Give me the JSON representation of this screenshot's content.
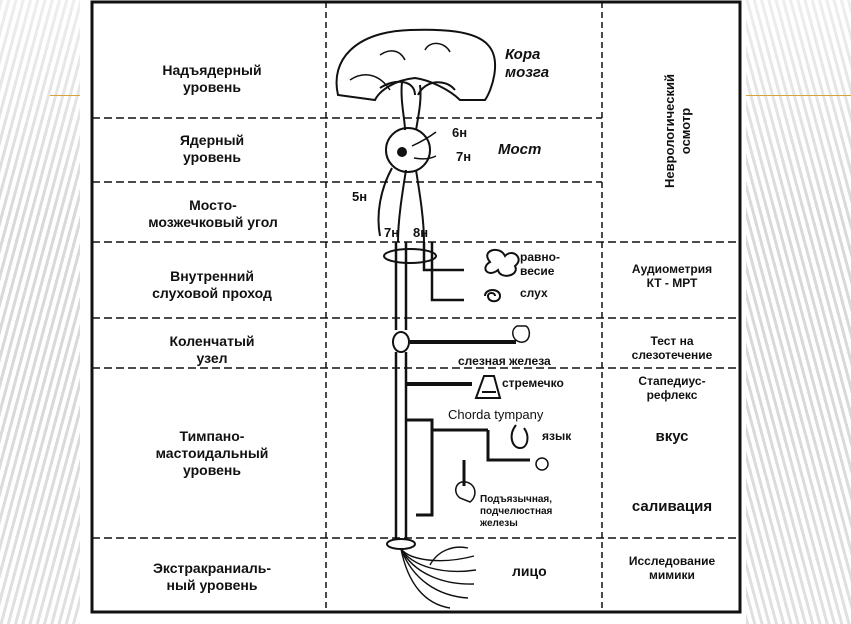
{
  "levels": [
    {
      "label": "Надъядерный уровень",
      "line1": "Надъядерный",
      "line2": "уровень"
    },
    {
      "label": "Ядерный уровень",
      "line1": "Ядерный",
      "line2": "уровень"
    },
    {
      "label": "Мосто-мозжечковый угол",
      "line1": "Мосто-",
      "line2": "мозжечковый угол"
    },
    {
      "label": "Внутренний слуховой проход",
      "line1": "Внутренний",
      "line2": "слуховой проход"
    },
    {
      "label": "Коленчатый узел",
      "line1": "Коленчатый",
      "line2": "узел"
    },
    {
      "label": "Тимпано-мастоидальный уровень",
      "line1": "Тимпано-",
      "line2": "мастоидальный",
      "line3": "уровень"
    },
    {
      "label": "Экстракраниальный уровень",
      "line1": "Экстракраниаль-",
      "line2": "ный уровень"
    }
  ],
  "anatomy": {
    "cortex": {
      "line1": "Кора",
      "line2": "мозга"
    },
    "pons": "Мост",
    "n6": "6н",
    "n7a": "7н",
    "n5": "5н",
    "n7b": "7н",
    "n8": "8н",
    "balance": {
      "line1": "равно-",
      "line2": "весие"
    },
    "hearing": "слух",
    "lacrimal": "слезная железа",
    "stapes": "стремечко",
    "chorda": "Chorda tympany",
    "tongue": "язык",
    "glands": {
      "line1": "Подъязычная,",
      "line2": "подчелюстная",
      "line3": "железы"
    },
    "face": "лицо"
  },
  "tests": {
    "neuro": "Неврологический осмотр",
    "neuro_line1": "Неврологический",
    "neuro_line2": "осмотр",
    "audio": {
      "line1": "Аудиометрия",
      "line2": "КТ - МРТ"
    },
    "tear": {
      "line1": "Тест на",
      "line2": "слезотечение"
    },
    "stapedius": {
      "line1": "Стапедиус-",
      "line2": "рефлекс"
    },
    "taste": "вкус",
    "saliva": "саливация",
    "mimic": {
      "line1": "Исследование",
      "line2": "мимики"
    }
  },
  "colors": {
    "accent_line": "#d6a23a",
    "ink": "#111111"
  }
}
